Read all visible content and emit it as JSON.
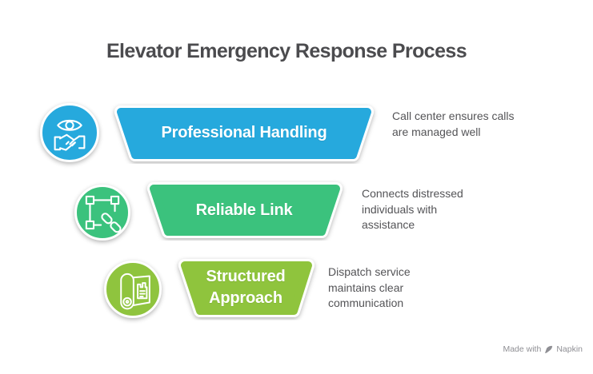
{
  "title": "Elevator Emergency Response Process",
  "colors": {
    "stage1": "#26a9dd",
    "stage2": "#3bc27d",
    "stage3": "#8fc43e",
    "title_text": "#4b4b4e",
    "description_text": "#545457",
    "stage_label_text": "#ffffff",
    "watermark_text": "#8f8f94"
  },
  "stages": [
    {
      "label": "Professional Handling",
      "description": [
        "Call center ensures calls",
        "are managed well"
      ],
      "color": "#26a9dd",
      "icon": "oversight-handshake-icon"
    },
    {
      "label": "Reliable Link",
      "description": [
        "Connects distressed",
        "individuals with",
        "assistance"
      ],
      "color": "#3bc27d",
      "icon": "selection-link-icon"
    },
    {
      "label": "Structured Approach",
      "description": [
        "Dispatch service",
        "maintains clear",
        "communication"
      ],
      "color": "#8fc43e",
      "icon": "blueprint-scroll-icon"
    }
  ],
  "watermark": {
    "prefix": "Made with",
    "brand": "Napkin"
  }
}
